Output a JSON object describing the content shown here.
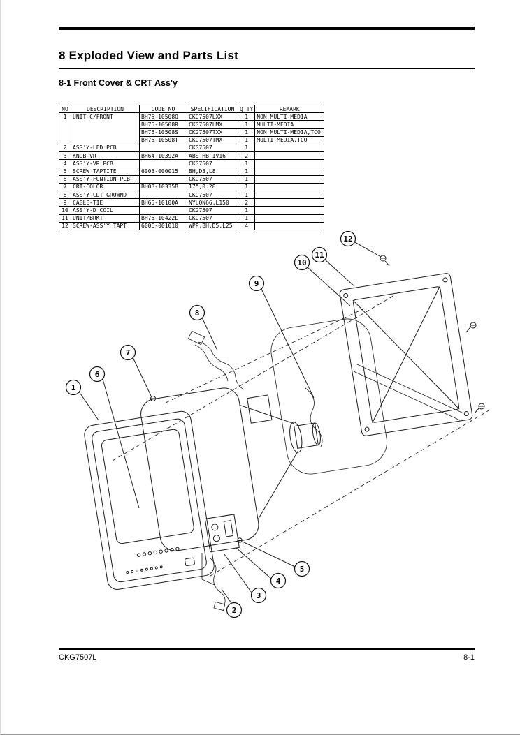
{
  "page": {
    "title": "8 Exploded View and Parts List",
    "section_title": "8-1 Front Cover & CRT Ass'y",
    "footer_left": "CKG7507L",
    "footer_right": "8-1"
  },
  "parts_table": {
    "headers": [
      "NO",
      "DESCRIPTION",
      "CODE NO",
      "SPECIFICATION",
      "Q'TY",
      "REMARK"
    ],
    "rows": [
      {
        "no": "1",
        "description": "UNIT-C/FRONT",
        "code": "BH75-10508Q",
        "spec": "CKG7507LXX",
        "qty": "1",
        "remark": "NON MULTI-MEDIA"
      },
      {
        "no": "",
        "description": "",
        "code": "BH75-10508R",
        "spec": "CKG7507LMX",
        "qty": "1",
        "remark": "MULTI-MEDIA"
      },
      {
        "no": "",
        "description": "",
        "code": "BH75-10508S",
        "spec": "CKG7507TXX",
        "qty": "1",
        "remark": "NON MULTI-MEDIA,TCO"
      },
      {
        "no": "",
        "description": "",
        "code": "BH75-10508T",
        "spec": "CKG7507TMX",
        "qty": "1",
        "remark": "MULTI-MEDIA,TCO"
      },
      {
        "no": "2",
        "description": "ASS'Y-LED PCB",
        "code": "",
        "spec": "CKG7507",
        "qty": "1",
        "remark": ""
      },
      {
        "no": "3",
        "description": "KNOB-VR",
        "code": "BH64-10392A",
        "spec": "ABS HB IV16",
        "qty": "2",
        "remark": ""
      },
      {
        "no": "4",
        "description": "ASS'Y-VR PCB",
        "code": "",
        "spec": "CKG7507",
        "qty": "1",
        "remark": ""
      },
      {
        "no": "5",
        "description": "SCREW TAPTITE",
        "code": "6003-000015",
        "spec": "BH,D3,L8",
        "qty": "1",
        "remark": ""
      },
      {
        "no": "6",
        "description": "ASS'Y-FUNTION PCB",
        "code": "",
        "spec": "CKG7507",
        "qty": "1",
        "remark": ""
      },
      {
        "no": "7",
        "description": "CRT-COLOR",
        "code": "BH03-10335B",
        "spec": "17\",0.28",
        "qty": "1",
        "remark": ""
      },
      {
        "no": "8",
        "description": "ASS'Y-CDT GROWND",
        "code": "",
        "spec": "CKG7507",
        "qty": "1",
        "remark": ""
      },
      {
        "no": "9",
        "description": "CABLE-TIE",
        "code": "BH65-10100A",
        "spec": "NYLON66,L150",
        "qty": "2",
        "remark": ""
      },
      {
        "no": "10",
        "description": "ASS'Y-D COIL",
        "code": "",
        "spec": "CKG7507",
        "qty": "1",
        "remark": ""
      },
      {
        "no": "11",
        "description": "UNIT/BRKT",
        "code": "BH75-10422L",
        "spec": "CKG7507",
        "qty": "1",
        "remark": ""
      },
      {
        "no": "12",
        "description": "SCREW-ASS'Y TAPT",
        "code": "6006-001010",
        "spec": "WPP,BH,D5,L25",
        "qty": "4",
        "remark": ""
      }
    ]
  },
  "diagram": {
    "callouts": [
      "1",
      "2",
      "3",
      "4",
      "5",
      "6",
      "7",
      "8",
      "9",
      "10",
      "11",
      "12"
    ]
  }
}
